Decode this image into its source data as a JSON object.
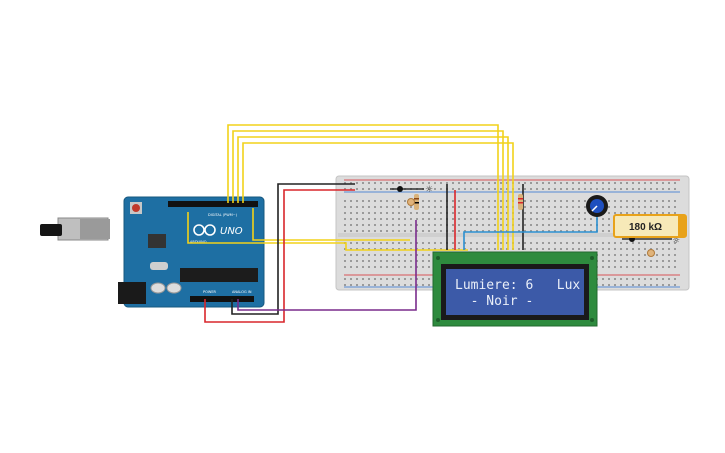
{
  "lcd": {
    "line1": "Lumiere: 6   Lux",
    "line2": "  - Noir -"
  },
  "resistor": {
    "value": "180 kΩ"
  },
  "arduino": {
    "brand": "ARDUINO",
    "model": "UNO",
    "digital_label": "DIGITAL (PWM~)",
    "power_label": "POWER",
    "analog_label": "ANALOG IN"
  },
  "colors": {
    "board": "#1e6fa3",
    "breadboard": "#dcdcdc",
    "lcd_pcb": "#2e8b3e",
    "lcd_screen": "#3c5aa8",
    "wire_yellow": "#f2d21a",
    "wire_red": "#d9262b",
    "wire_black": "#222222",
    "wire_purple": "#7a2c8c",
    "wire_blue": "#2a8fd0"
  }
}
